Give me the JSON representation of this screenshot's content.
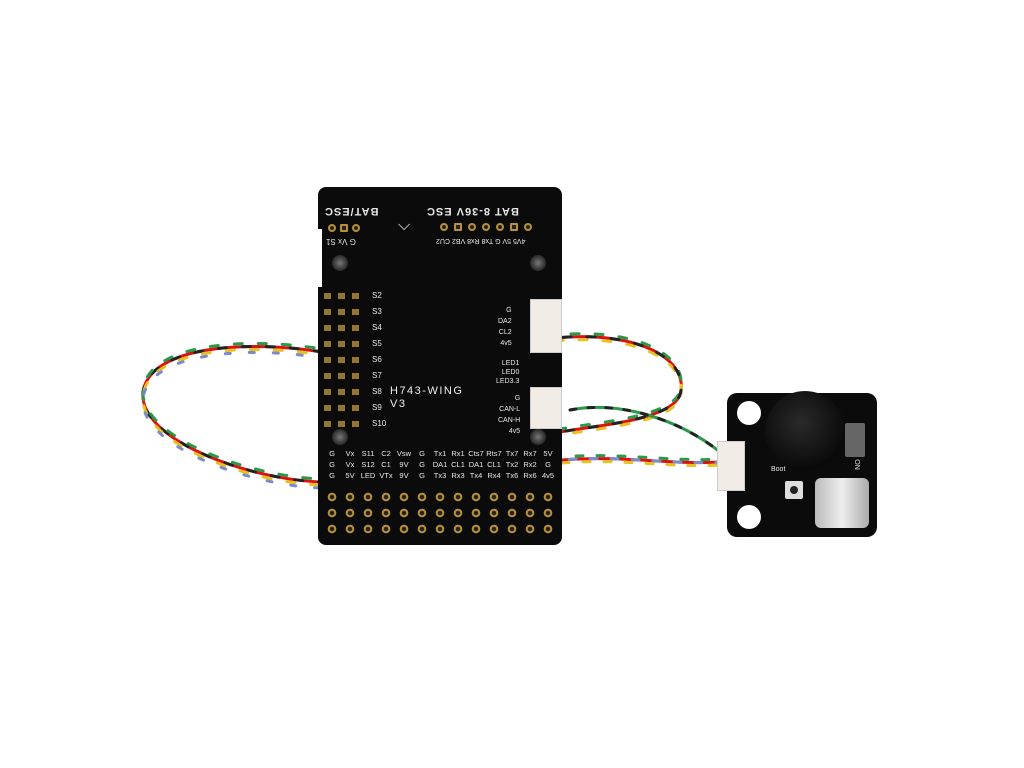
{
  "main_board": {
    "model": "H743-WING",
    "version": "V3",
    "top_left_label": "BAT/ESC",
    "top_right_label": "BAT 8-36V ESC",
    "top_pins": [
      "CU2",
      "VB2",
      "Rx8",
      "Tx8",
      "G",
      "5V",
      "4V5"
    ],
    "left_top_pins": [
      "G",
      "Vx",
      "S1"
    ],
    "servo_labels": [
      "S2",
      "S3",
      "S4",
      "S5",
      "S6",
      "S7",
      "S8",
      "S9",
      "S10"
    ],
    "right_labels_i2c": [
      "G",
      "DA2",
      "CL2",
      "4v5"
    ],
    "right_labels_led": [
      "LED1",
      "LED0",
      "LED3.3"
    ],
    "right_labels_can": [
      "G",
      "CAN-L",
      "CAN-H",
      "4v5"
    ],
    "bottom_grid": [
      [
        "G",
        "Vx",
        "S11",
        "C2",
        "Vsw",
        "G",
        "Tx1",
        "Rx1",
        "Cts7",
        "Rts7",
        "Tx7",
        "Rx7"
      ],
      [
        "G",
        "Vx",
        "S12",
        "C1",
        "9V",
        "G",
        "DA1",
        "CL1",
        "DA1",
        "CL1",
        "Tx2",
        "Rx2"
      ],
      [
        "G",
        "5V",
        "LED",
        "VTx",
        "9V",
        "G",
        "Tx3",
        "Rx3",
        "Tx4",
        "Rx4",
        "Tx6",
        "Rx6"
      ]
    ],
    "bottom_right_labels": [
      "5V",
      "G",
      "4v5"
    ]
  },
  "buzzer_board": {
    "button_label": "Boot",
    "switch_label": "ON"
  },
  "colors": {
    "pcb": "#0b0b0c",
    "pad": "#b8903c",
    "background": "#ffffff"
  }
}
